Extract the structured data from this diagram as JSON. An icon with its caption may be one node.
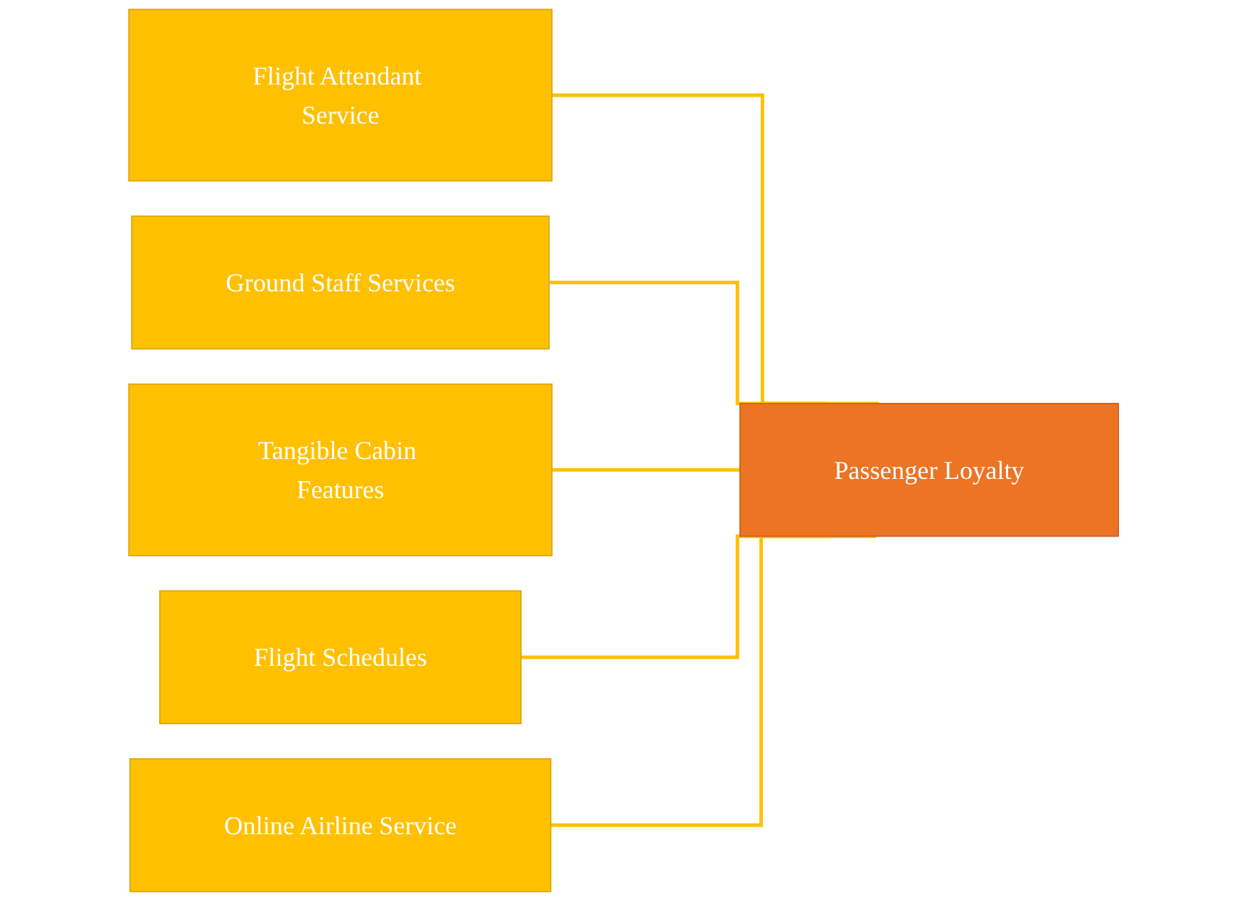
{
  "diagram": {
    "nodes": [
      {
        "text": [
          "Flight Attendant Service"
        ]
      },
      {
        "text": [
          "Ground Staff Services"
        ]
      },
      {
        "text": [
          "Tangible Cabin Features"
        ]
      },
      {
        "text": [
          "Flight Schedules"
        ]
      },
      {
        "text": [
          "Online Airline Service"
        ]
      },
      {
        "text": [
          "Passenger Loyalty"
        ]
      }
    ],
    "edges": [
      {
        "from": 0,
        "to": 5,
        "arrow": "none"
      },
      {
        "from": 1,
        "to": 5,
        "arrow": "none"
      },
      {
        "from": 2,
        "to": 5,
        "arrow": "none"
      },
      {
        "from": 3,
        "to": 5,
        "arrow": "none"
      },
      {
        "from": 4,
        "to": 5,
        "arrow": "none"
      }
    ]
  }
}
